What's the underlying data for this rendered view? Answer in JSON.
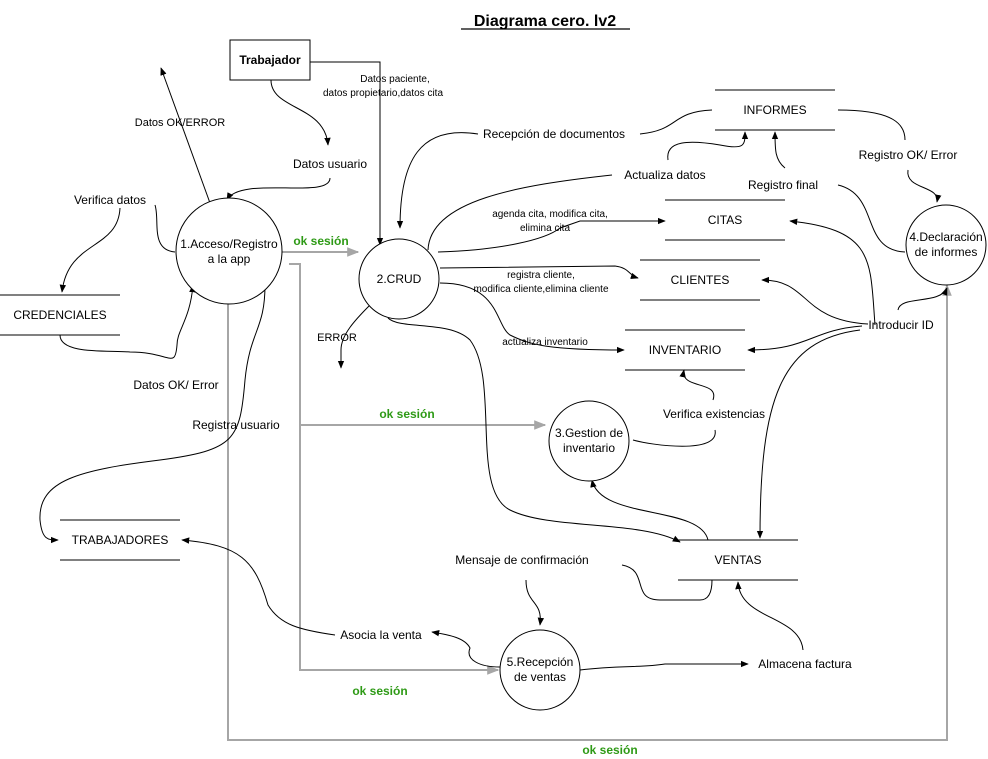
{
  "title": "Diagrama cero. lv2",
  "entity": {
    "label": "Trabajador"
  },
  "processes": {
    "p1": [
      "1.Acceso/Registro",
      "a la app"
    ],
    "p2": [
      "2.CRUD"
    ],
    "p3": [
      "3.Gestion de",
      "inventario"
    ],
    "p4": [
      "4.Declaración",
      "de informes"
    ],
    "p5": [
      "5.Recepción",
      "de ventas"
    ]
  },
  "stores": {
    "credenciales": "CREDENCIALES",
    "trabajadores": "TRABAJADORES",
    "informes": "INFORMES",
    "citas": "CITAS",
    "clientes": "CLIENTES",
    "inventario": "INVENTARIO",
    "ventas": "VENTAS"
  },
  "flows": {
    "datos_paciente": [
      "Datos paciente,",
      "datos propietario,datos cita"
    ],
    "datos_ok_error_top": "Datos OK/ERROR",
    "datos_usuario": "Datos usuario",
    "verifica_datos": "Verifica datos",
    "datos_ok_error": "Datos OK/ Error",
    "registra_usuario": "Registra usuario",
    "recepcion_documentos": "Recepción de documentos",
    "actualiza_datos": "Actualiza datos",
    "registro_final": "Registro final",
    "registro_ok_error": "Registro OK/ Error",
    "agenda_cita": [
      "agenda cita, modifica cita,",
      "elimina cita"
    ],
    "registra_cliente": [
      "registra cliente,",
      "modifica cliente,elimina cliente"
    ],
    "actualiza_inventario": "actualiza inventario",
    "error": "ERROR",
    "introducir_id": "Introducir ID",
    "verifica_existencias": "Verifica existencias",
    "mensaje_confirmacion": "Mensaje de confirmación",
    "asocia_venta": "Asocia la venta",
    "almacena_factura": "Almacena factura"
  },
  "ok_labels": {
    "ok1": "ok sesión",
    "ok2": "ok sesión",
    "ok3": "ok sesión",
    "ok4": "ok sesión"
  },
  "colors": {
    "ok_text": "#2e9a16",
    "ok_line": "#a6a6a6"
  }
}
